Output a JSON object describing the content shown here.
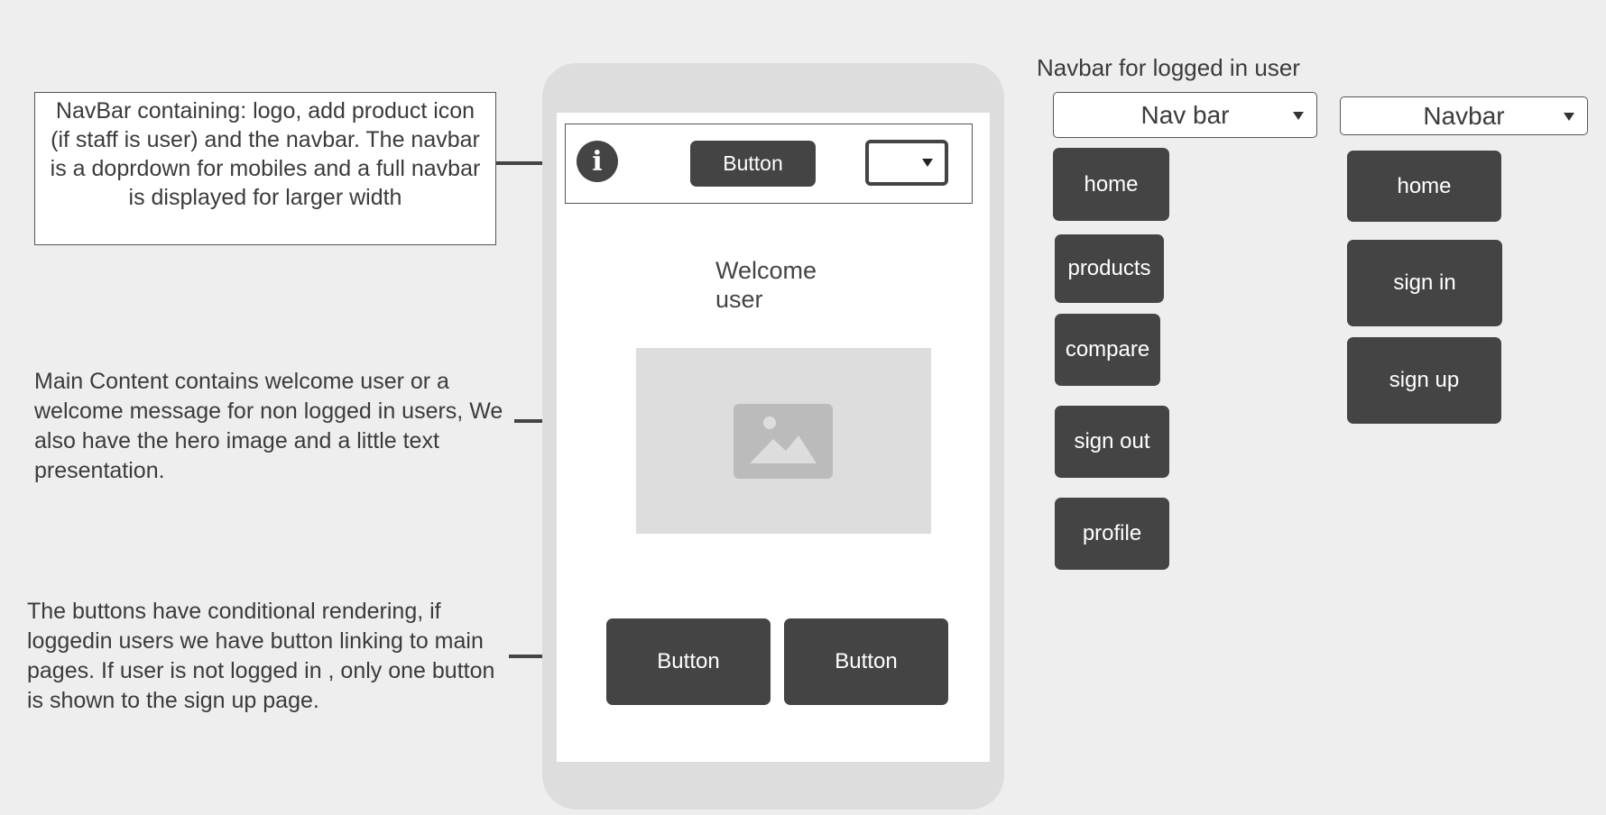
{
  "annotations": {
    "navbar_note": "NavBar containing: logo, add product icon (if staff is user) and the navbar. The navbar is a doprdown for mobiles and a full navbar is displayed for larger width",
    "content_note": "Main Content contains welcome user or a welcome message for non logged in users, We also have the hero image and a little text presentation.",
    "buttons_note": "The buttons have conditional rendering, if loggedin users we have button linking to main pages. If user is not logged in , only one button is shown to the sign up page."
  },
  "phone": {
    "navbar": {
      "logo_glyph": "i",
      "button_label": "Button"
    },
    "welcome_line1": "Welcome",
    "welcome_line2": "user",
    "buttons": [
      "Button",
      "Button"
    ]
  },
  "panel": {
    "title": "Navbar for logged in user",
    "logged_in": {
      "select_label": "Nav bar",
      "items": [
        "home",
        "products",
        "compare",
        "sign out",
        "profile"
      ]
    },
    "logged_out": {
      "select_label": "Navbar",
      "items": [
        "home",
        "sign in",
        "sign up"
      ]
    }
  },
  "colors": {
    "background": "#eeeeee",
    "dark": "#444444",
    "phone_frame": "#dddddd",
    "image_placeholder": "#bbbbbb"
  },
  "icons": [
    "info-icon",
    "chevron-down-icon",
    "image-icon"
  ]
}
